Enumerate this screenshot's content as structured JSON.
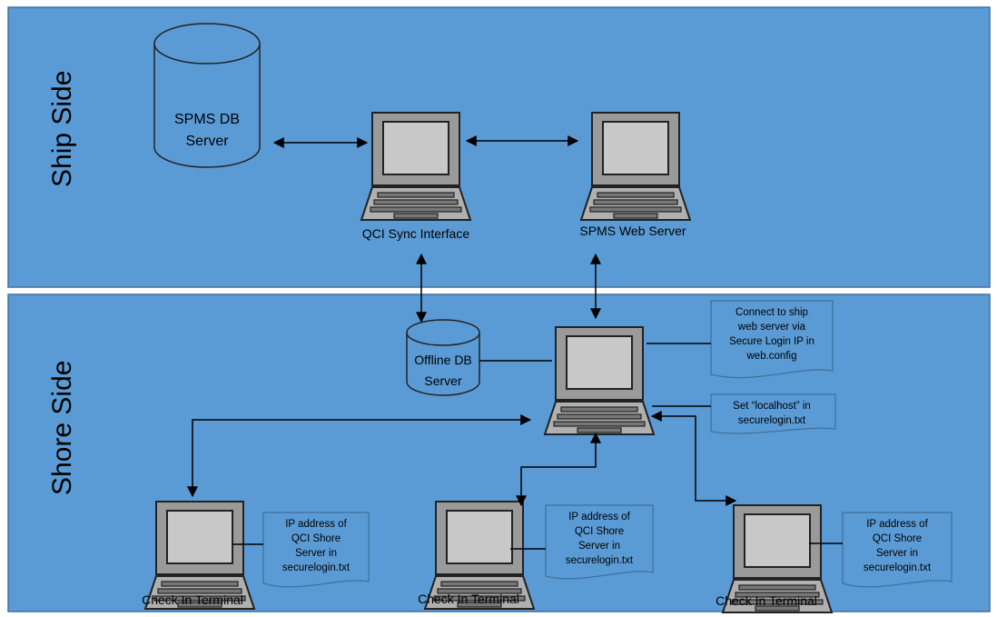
{
  "sections": {
    "ship_side": "Ship Side",
    "shore_side": "Shore Side"
  },
  "nodes": {
    "spms_db": [
      "SPMS DB",
      "Server"
    ],
    "qci_sync": "QCI Sync Interface",
    "spms_web": "SPMS Web Server",
    "offline_db": [
      "Offline DB",
      "Server"
    ],
    "terminal_left": "Check In Terminal",
    "terminal_mid": "Check In Terminal",
    "terminal_right": "Check In Terminal"
  },
  "notes": {
    "shore_server_connect": [
      "Connect to  ship",
      "web server via",
      "Secure Login IP in",
      "web.config"
    ],
    "shore_server_localhost": [
      "Set “localhost” in",
      "securelogin.txt"
    ],
    "terminal_left": [
      "IP address of",
      "QCI Shore",
      "Server in",
      "securelogin.txt"
    ],
    "terminal_mid": [
      "IP address of",
      "QCI Shore",
      "Server in",
      "securelogin.txt"
    ],
    "terminal_right": [
      "IP address of",
      "QCI Shore",
      "Server in",
      "securelogin.txt"
    ]
  },
  "colors": {
    "panel_fill": "#5b9bd5",
    "panel_border": "#41719c",
    "connector": "#000000"
  }
}
